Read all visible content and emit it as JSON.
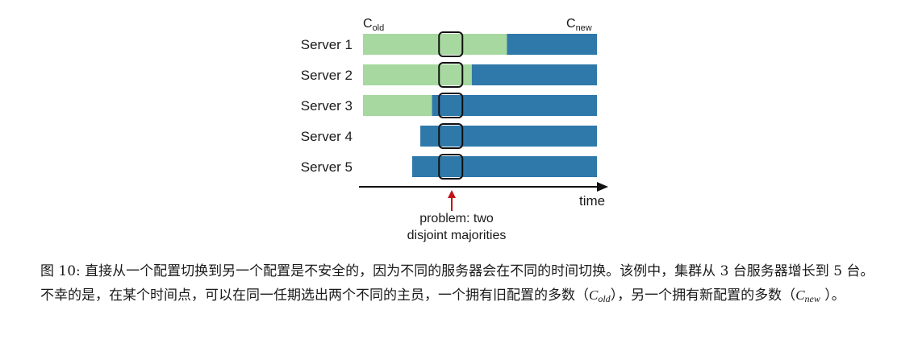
{
  "diagram": {
    "c_old": {
      "main": "C",
      "sub": "old"
    },
    "c_new": {
      "main": "C",
      "sub": "new"
    },
    "colors": {
      "old": "#a6d89f",
      "new": "#2f78aa",
      "arrow": "#c0141b",
      "window_stroke": "#111111"
    },
    "servers": [
      {
        "label": "Server 1",
        "old_start": 0.0,
        "switch": 0.615,
        "end": 1.0
      },
      {
        "label": "Server 2",
        "old_start": 0.0,
        "switch": 0.465,
        "end": 1.0
      },
      {
        "label": "Server 3",
        "old_start": 0.0,
        "switch": 0.295,
        "end": 1.0
      },
      {
        "label": "Server 4",
        "old_start": null,
        "switch": 0.245,
        "end": 1.0
      },
      {
        "label": "Server 5",
        "old_start": null,
        "switch": 0.21,
        "end": 1.0
      }
    ],
    "problem_window": {
      "start": 0.325,
      "end": 0.425
    },
    "axis_label": "time",
    "problem_label": [
      "problem: two",
      "disjoint majorities"
    ]
  },
  "caption": {
    "lead": "图 10: 直接从一个配置切换到另一个配置是不安全的，因为不同的服务器会在不同的时间切换。该例中，集群从 3 台服务器增长到 5 台。不幸的是，在某个时间点，可以在同一任期选出两个不同的主员，一个拥有旧配置的多数（",
    "old_math": "C",
    "old_sub": "old",
    "middle": "），另一个拥有新配置的多数（",
    "new_math": "C",
    "new_sub": "new",
    "tail": " ）。"
  }
}
